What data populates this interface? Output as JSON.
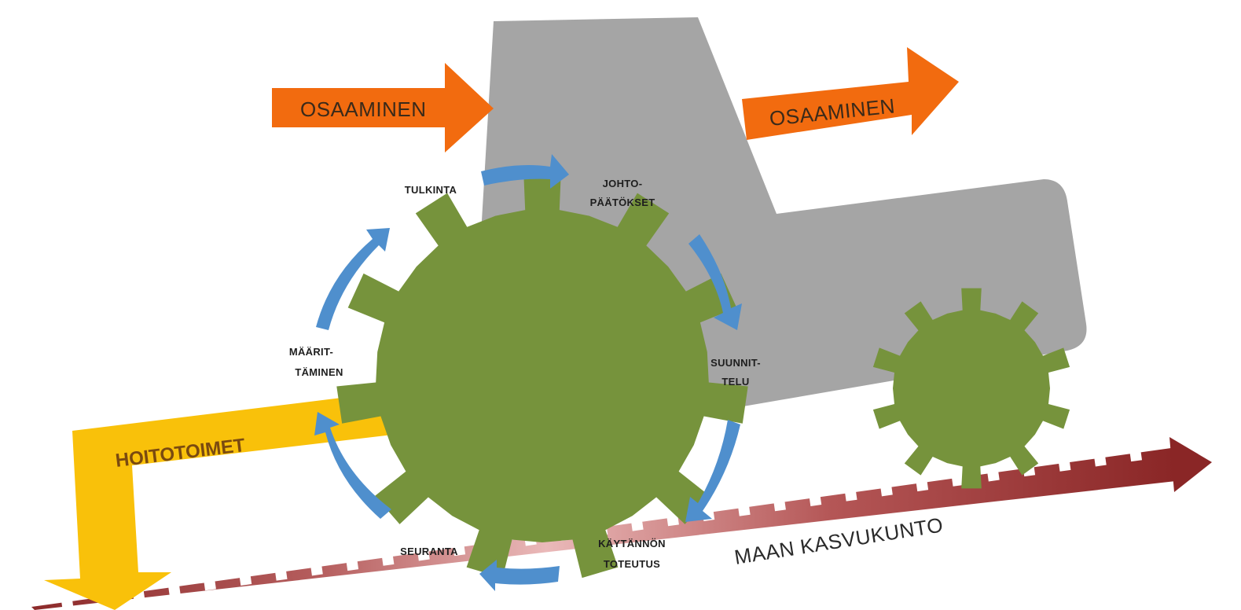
{
  "arrows": {
    "input_label": "OSAAMINEN",
    "output_label": "OSAAMINEN"
  },
  "cycle": {
    "steps": [
      "TULKINTA",
      "JOHTO-",
      "PÄÄTÖKSET",
      "SUUNNIT-",
      "TELU",
      "KÄYTÄNNÖN",
      "TOTEUTUS",
      "SEURANTA",
      "MÄÄRIT-",
      "TÄMINEN"
    ]
  },
  "care_path_label": "HOITOTOIMET",
  "ground_label": "MAAN KASVUKUNTO",
  "colors": {
    "machine_body": "#a5a5a5",
    "gear": "#76933c",
    "cycle_arrow": "#4f8fcd",
    "orange_arrow": "#f26b0f",
    "yellow_path": "#f9c10a",
    "ground_dark": "#8c2a2a",
    "ground_light": "#e8b3b3"
  }
}
